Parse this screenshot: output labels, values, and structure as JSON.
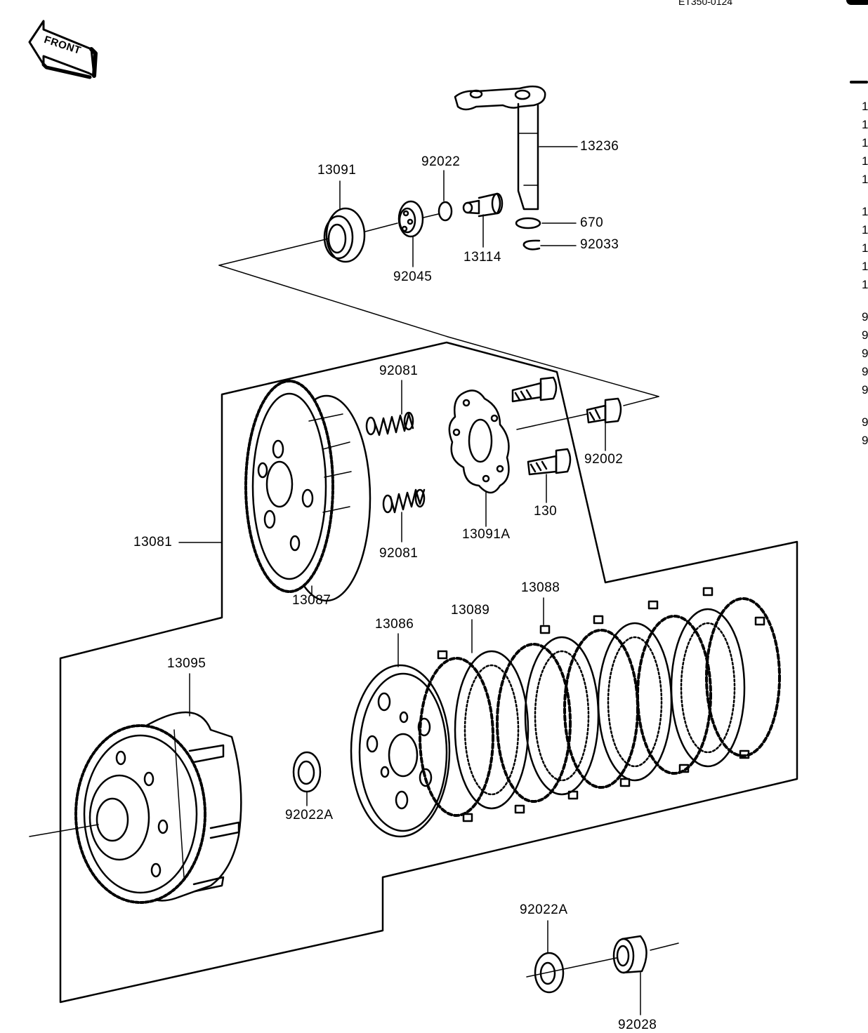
{
  "header": {
    "code": "ET350-0124"
  },
  "front_label": "FRONT",
  "right_edge_chars": [
    "1",
    "1",
    "1",
    "1",
    "1",
    "1",
    "1",
    "1",
    "1",
    "1",
    "9",
    "9",
    "9",
    "9",
    "9",
    "9",
    "9"
  ],
  "parts": {
    "p13236": "13236",
    "p13091": "13091",
    "p92022": "92022",
    "p670": "670",
    "p92033": "92033",
    "p13114": "13114",
    "p92045": "92045",
    "p92081_top": "92081",
    "p92081_bot": "92081",
    "p92002": "92002",
    "p130": "130",
    "p13091A": "13091A",
    "p13081": "13081",
    "p13087": "13087",
    "p13088": "13088",
    "p13089": "13089",
    "p13086": "13086",
    "p13095": "13095",
    "p92022A_mid": "92022A",
    "p92022A_low": "92022A",
    "p92028": "92028"
  }
}
